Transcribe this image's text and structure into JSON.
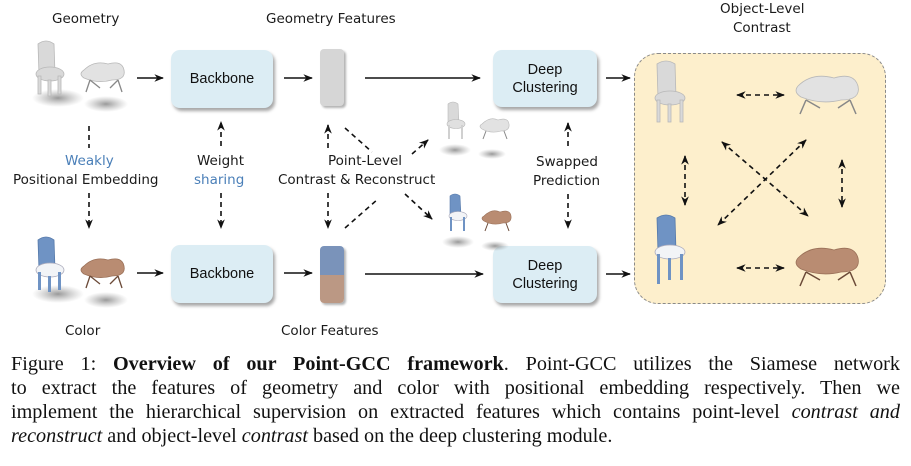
{
  "diagram": {
    "inputs": {
      "geometry_label": "Geometry",
      "color_label": "Color"
    },
    "modules": {
      "backbone_top": "Backbone",
      "backbone_bottom": "Backbone",
      "deep_clustering_top": "Deep Clustering",
      "deep_clustering_bottom": "Deep Clustering"
    },
    "features": {
      "geometry_label": "Geometry Features",
      "color_label": "Color Features"
    },
    "annotations": {
      "positional_embedding_prefix": "Weakly",
      "positional_embedding": "Positional Embedding",
      "weight": "Weight",
      "sharing": "sharing",
      "point_level_line1": "Point-Level",
      "point_level_line2": "Contrast & Reconstruct",
      "swapped_line1": "Swapped",
      "swapped_line2": "Prediction"
    },
    "object_level": {
      "title_line1": "Object-Level",
      "title_line2": "Contrast"
    },
    "colors": {
      "module_fill": "#dcedf4",
      "geometry_feature": "#d6d6d6",
      "color_feature_top": "#7a93ba",
      "color_feature_bottom": "#bb9884",
      "contrast_panel": "#fdefcc",
      "highlight_text": "#4a7fb8",
      "chair_gray": "#d9d9d9",
      "chair_blue": "#6f93c4",
      "table_brown": "#b98c72"
    }
  },
  "caption": {
    "figure_label": "Figure 1:",
    "title": "Overview of our Point-GCC framework",
    "line1_rest": ". Point-GCC utilizes the Siamese network",
    "line2": "to extract the features of geometry and color with positional embedding respectively. Then we",
    "line3_start": "implement the hierarchical supervision on extracted features which contains point-level ",
    "line3_italic": "contrast and",
    "line4_italic1": "reconstruct",
    "line4_mid": " and object-level ",
    "line4_italic2": "contrast",
    "line4_end": " based on the deep clustering module."
  }
}
